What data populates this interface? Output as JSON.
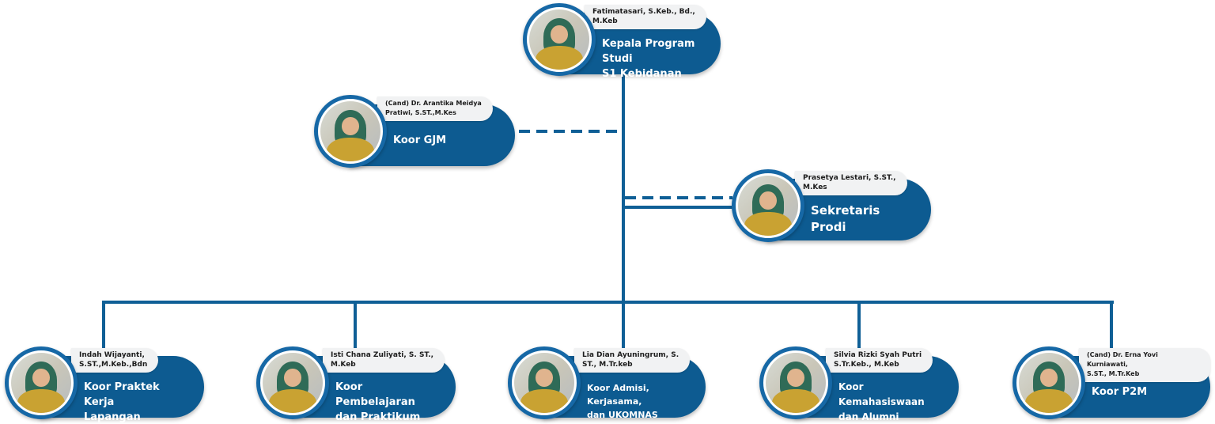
{
  "chart": {
    "title": "Struktur Organisasi Program Studi S1 Kebidanan",
    "colors": {
      "primary": "#0d5b91",
      "line": "#0f5f96",
      "name_pill": "#f1f2f3"
    },
    "nodes": [
      {
        "id": "kaprodi",
        "name": "Fatimatasari, S.Keb., Bd., M.Keb",
        "name_lines": [
          "Fatimatasari, S.Keb., Bd.,",
          "M.Keb"
        ],
        "role_lines": [
          "Kepala Program Studi",
          "S1 Kebidanan"
        ],
        "level": "head"
      },
      {
        "id": "gjm",
        "name": "(Cand) Dr. Arantika Meidya Pratiwi, S.ST.,M.Kes",
        "name_lines": [
          "(Cand) Dr. Arantika Meidya",
          "Pratiwi, S.ST.,M.Kes"
        ],
        "role_lines": [
          "Koor GJM"
        ],
        "level": "staff",
        "link": "dashed"
      },
      {
        "id": "sekretaris",
        "name": "Prasetya Lestari, S.ST., M.Kes",
        "name_lines": [
          "Prasetya Lestari, S.ST.,",
          "M.Kes"
        ],
        "role_lines": [
          "Sekretaris",
          "Prodi"
        ],
        "level": "staff",
        "link": "dashed+solid"
      },
      {
        "id": "pkl",
        "name": "Indah Wijayanti, S.ST.,M.Keb.,Bdn",
        "name_lines": [
          "Indah Wijayanti,",
          "S.ST.,M.Keb.,Bdn"
        ],
        "role_lines": [
          "Koor Praktek Kerja",
          "Lapangan"
        ],
        "level": "coordinator"
      },
      {
        "id": "pembelajaran",
        "name": "Isti Chana Zuliyati, S. ST., M.Keb",
        "name_lines": [
          "Isti Chana Zuliyati, S. ST.,",
          "M.Keb"
        ],
        "role_lines": [
          "Koor Pembelajaran",
          "dan Praktikum"
        ],
        "level": "coordinator"
      },
      {
        "id": "admisi",
        "name": "Lia Dian Ayuningrum, S. ST., M.Tr.keb",
        "name_lines": [
          "Lia Dian Ayuningrum, S.",
          "ST., M.Tr.keb"
        ],
        "role_lines": [
          "Koor Admisi, Kerjasama,",
          "dan UKOMNAS"
        ],
        "level": "coordinator"
      },
      {
        "id": "kemahasiswaan",
        "name": "Silvia Rizki Syah Putri S.Tr.Keb., M.Keb",
        "name_lines": [
          "Silvia Rizki Syah Putri",
          "S.Tr.Keb., M.Keb"
        ],
        "role_lines": [
          "Koor Kemahasiswaan",
          "dan Alumni"
        ],
        "level": "coordinator"
      },
      {
        "id": "p2m",
        "name": "(Cand) Dr. Erna Yovi Kurniawati, S.ST., M.Tr.Keb",
        "name_lines": [
          "(Cand) Dr. Erna Yovi Kurniawati,",
          "S.ST., M.Tr.Keb"
        ],
        "role_lines": [
          "Koor P2M"
        ],
        "level": "coordinator"
      }
    ],
    "edges": [
      {
        "from": "kaprodi",
        "to": "gjm",
        "style": "dashed"
      },
      {
        "from": "kaprodi",
        "to": "sekretaris",
        "style": "dashed"
      },
      {
        "from": "kaprodi",
        "to": "sekretaris",
        "style": "solid"
      },
      {
        "from": "kaprodi",
        "to": "pkl",
        "style": "solid"
      },
      {
        "from": "kaprodi",
        "to": "pembelajaran",
        "style": "solid"
      },
      {
        "from": "kaprodi",
        "to": "admisi",
        "style": "solid"
      },
      {
        "from": "kaprodi",
        "to": "kemahasiswaan",
        "style": "solid"
      },
      {
        "from": "kaprodi",
        "to": "p2m",
        "style": "solid"
      }
    ]
  }
}
